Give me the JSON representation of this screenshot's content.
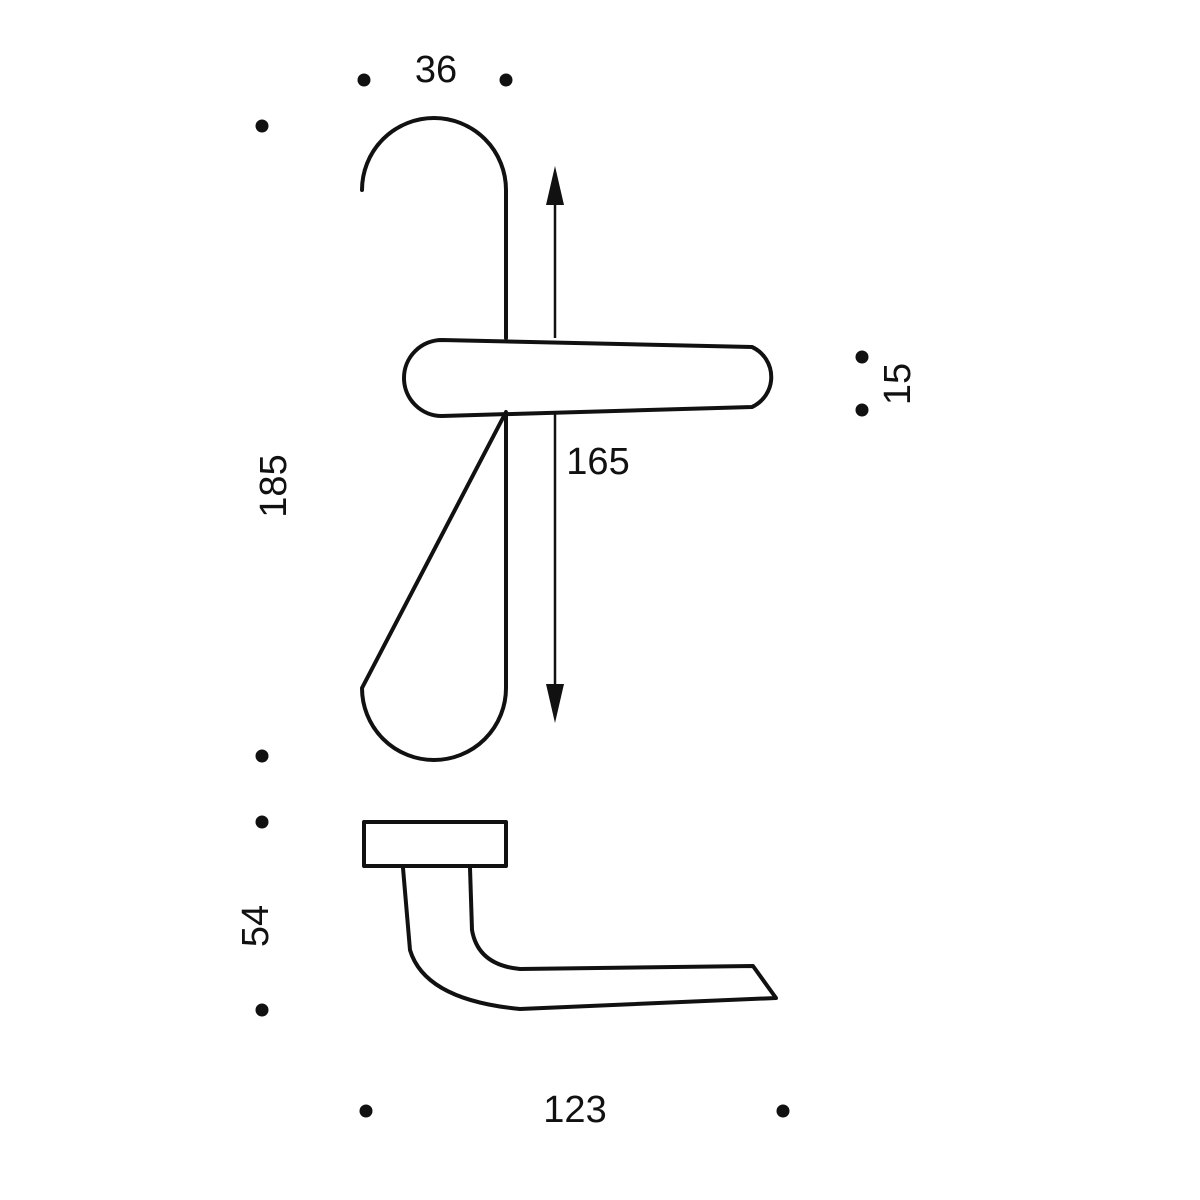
{
  "dimensions": {
    "plate_width": "36",
    "plate_height": "185",
    "center_distance": "165",
    "lever_thickness": "15",
    "projection": "54",
    "lever_length": "123"
  }
}
